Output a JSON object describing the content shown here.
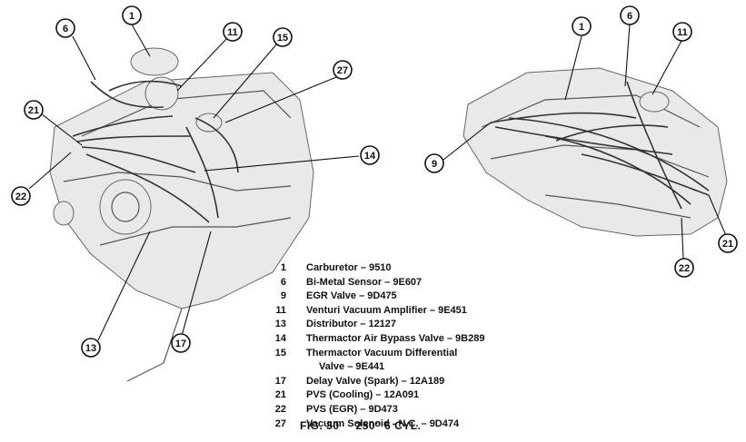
{
  "legend": [
    {
      "num": "1",
      "text": "Carburetor – 9510"
    },
    {
      "num": "6",
      "text": "Bi-Metal Sensor – 9E607"
    },
    {
      "num": "9",
      "text": "EGR Valve – 9D475"
    },
    {
      "num": "11",
      "text": "Venturi Vacuum Amplifier – 9E451"
    },
    {
      "num": "13",
      "text": "Distributor – 12127"
    },
    {
      "num": "14",
      "text": "Thermactor Air Bypass Valve – 9B289"
    },
    {
      "num": "15",
      "text": "Thermactor Vacuum Differential",
      "cont": "Valve – 9E441"
    },
    {
      "num": "17",
      "text": "Delay Valve (Spark) – 12A189"
    },
    {
      "num": "21",
      "text": "PVS (Cooling) – 12A091"
    },
    {
      "num": "22",
      "text": "PVS (EGR) – 9D473"
    },
    {
      "num": "27",
      "text": "Vacuum Solenoid - N.C. – 9D474"
    }
  ],
  "caption": {
    "fig": "FIG. 30",
    "title": "250″ 6 CYL."
  },
  "callouts": {
    "left": [
      "1",
      "6",
      "11",
      "15",
      "27",
      "21",
      "14",
      "22",
      "13",
      "17"
    ],
    "right": [
      "1",
      "6",
      "11",
      "9",
      "21",
      "22"
    ]
  }
}
